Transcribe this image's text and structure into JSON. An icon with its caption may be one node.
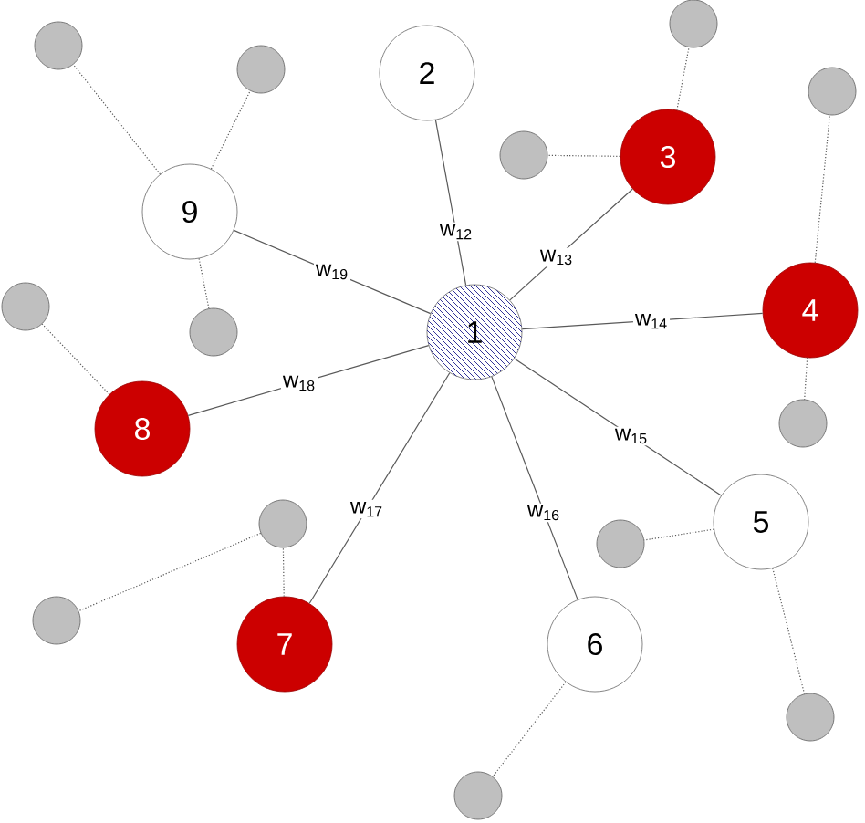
{
  "diagram": {
    "nodes": [
      {
        "text": [
          "1"
        ]
      },
      {
        "text": [
          "2"
        ]
      },
      {
        "text": [
          "3"
        ]
      },
      {
        "text": [
          "4"
        ]
      },
      {
        "text": [
          "5"
        ]
      },
      {
        "text": [
          "6"
        ]
      },
      {
        "text": [
          "7"
        ]
      },
      {
        "text": [
          "8"
        ]
      },
      {
        "text": [
          "9"
        ]
      },
      {
        "text": [],
        "shape": "circle"
      },
      {
        "text": [],
        "shape": "circle"
      },
      {
        "text": [],
        "shape": "circle"
      },
      {
        "text": [],
        "shape": "circle"
      },
      {
        "text": [],
        "shape": "circle"
      },
      {
        "text": [],
        "shape": "circle"
      },
      {
        "text": [],
        "shape": "circle"
      },
      {
        "text": [],
        "shape": "circle"
      },
      {
        "text": [],
        "shape": "circle"
      },
      {
        "text": [],
        "shape": "circle"
      },
      {
        "text": [],
        "shape": "circle"
      },
      {
        "text": [],
        "shape": "circle"
      },
      {
        "text": [],
        "shape": "circle"
      }
    ],
    "edges": [
      {
        "from": 0,
        "to": 1,
        "arrow": "none",
        "label": "w$_{12}$"
      },
      {
        "from": 0,
        "to": 2,
        "arrow": "none",
        "label": "w$_{13}$"
      },
      {
        "from": 0,
        "to": 3,
        "arrow": "none",
        "label": "w$_{14}$"
      },
      {
        "from": 0,
        "to": 4,
        "arrow": "none",
        "label": "w$_{15}$"
      },
      {
        "from": 0,
        "to": 5,
        "arrow": "none",
        "label": "w$_{16}$"
      },
      {
        "from": 0,
        "to": 6,
        "arrow": "none",
        "label": "w$_{17}$"
      },
      {
        "from": 0,
        "to": 7,
        "arrow": "none",
        "label": "w$_{18}$"
      },
      {
        "from": 0,
        "to": 8,
        "arrow": "none",
        "label": "w$_{19}$"
      },
      {
        "from": 8,
        "to": 9,
        "arrow": "none",
        "style": "dashed"
      },
      {
        "from": 8,
        "to": 10,
        "arrow": "none",
        "style": "dashed"
      },
      {
        "from": 2,
        "to": 11,
        "arrow": "none",
        "style": "dashed"
      },
      {
        "from": 2,
        "to": 12,
        "arrow": "none",
        "style": "dashed"
      },
      {
        "from": 3,
        "to": 13,
        "arrow": "none",
        "style": "dashed"
      },
      {
        "from": 7,
        "to": 14,
        "arrow": "none",
        "style": "dashed"
      },
      {
        "from": 8,
        "to": 15,
        "arrow": "none",
        "style": "dashed"
      },
      {
        "from": 3,
        "to": 16,
        "arrow": "none",
        "style": "dashed"
      },
      {
        "from": 4,
        "to": 17,
        "arrow": "none",
        "style": "dashed"
      },
      {
        "from": 6,
        "to": 18,
        "arrow": "none",
        "style": "dashed"
      },
      {
        "from": 18,
        "to": 19,
        "arrow": "none",
        "style": "dashed"
      },
      {
        "from": 4,
        "to": 20,
        "arrow": "none",
        "style": "dashed"
      },
      {
        "from": 5,
        "to": 21,
        "arrow": "none",
        "style": "dashed"
      }
    ]
  }
}
